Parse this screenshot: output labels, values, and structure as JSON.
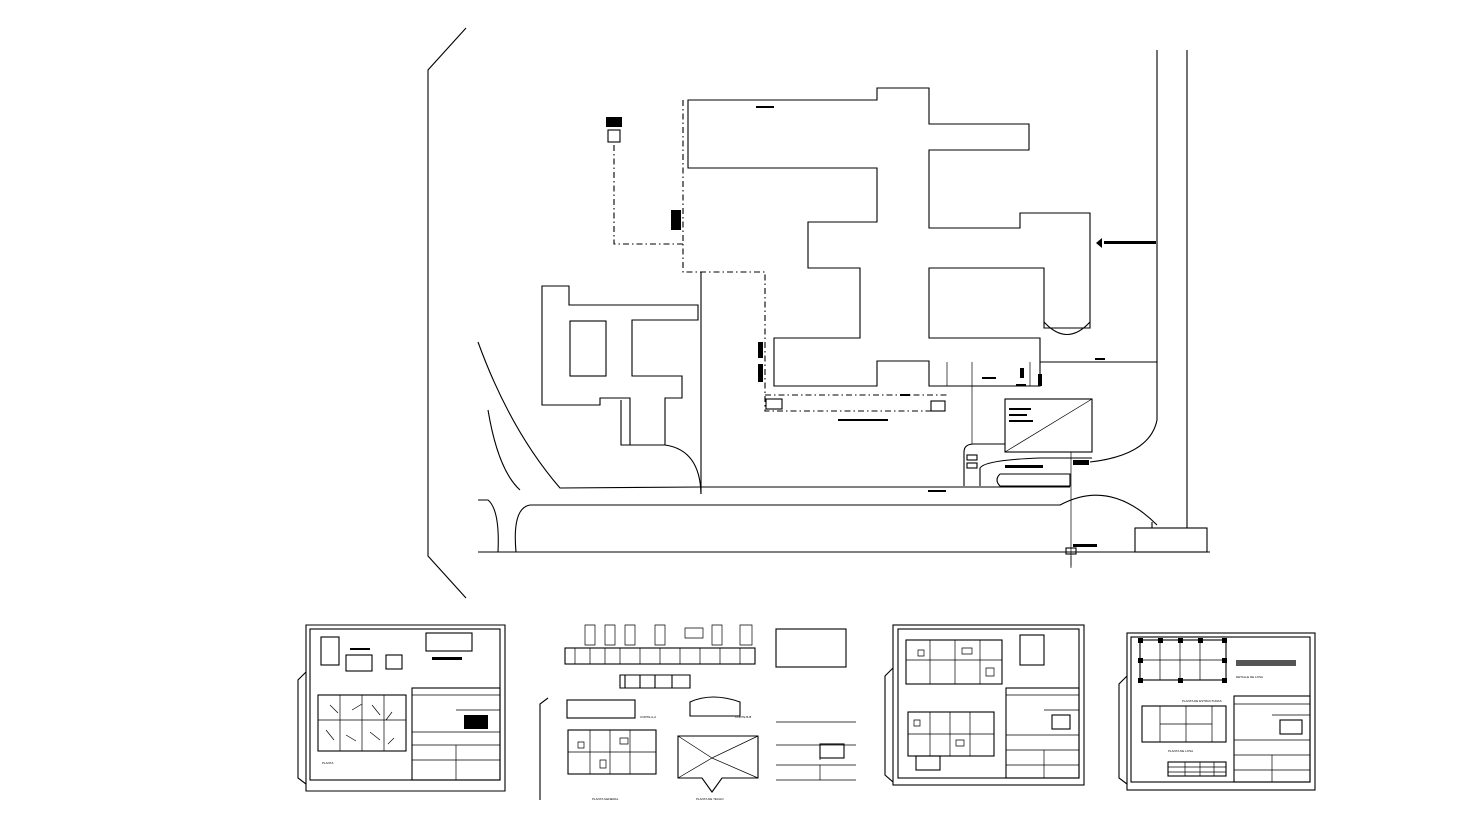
{
  "colors": {
    "background": "#ffffff",
    "line": "#000000"
  },
  "sheets": [
    {
      "id": "sheet-1",
      "title": "PLANTA"
    },
    {
      "id": "sheet-2",
      "title": "PLANTA GENERAL",
      "label_corte": "CORTE A-A",
      "label_corte_b": "CORTE B-B",
      "label_techo": "PLANTA DE TECHO"
    },
    {
      "id": "sheet-3",
      "title": ""
    },
    {
      "id": "sheet-4",
      "title": "PLANTA DE ESTRUCTURAS",
      "label_losa": "PLANTA DE LOSA",
      "label_detalle": "DETALLE DE LOSA"
    }
  ]
}
